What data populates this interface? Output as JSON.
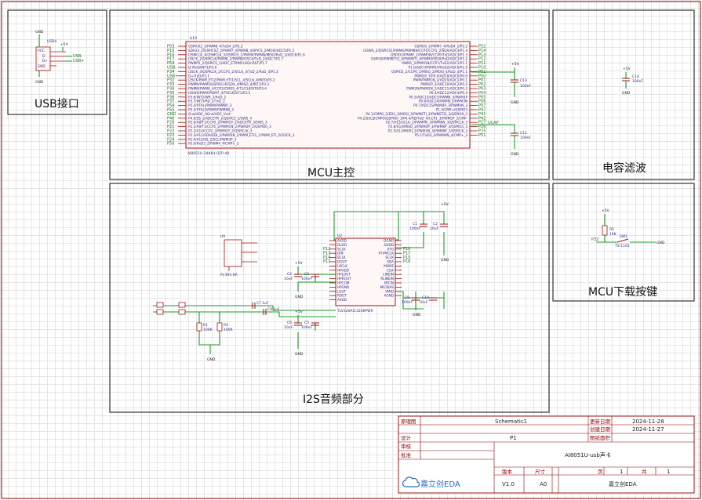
{
  "blocks": {
    "usb": {
      "title": "USB接口",
      "ref": "USB4",
      "pins": [
        "VCC",
        "D-",
        "D+",
        "GND"
      ],
      "nets": [
        "USB-",
        "USB+"
      ],
      "power": [
        "GND",
        "+5V",
        "GND"
      ]
    },
    "mcu": {
      "title": "MCU主控",
      "ref": "U10",
      "part": "AI8051U-34K64-QFP-48",
      "left_pins": [
        "GSPICK2_2/PWM8_4/TxD4_2/P5.3",
        "SDA33_2/QSPICS2_2/PWM7_4/PWM8_4/SPICS_2/MOSI/ADC5/P1.5",
        "I2SMCLK_4/I2SMCLK_2/QSPIO3_1/PWMP/PWMN/MISO/RxD_2/ADC6/P1.6",
        "I2SCK_2/QSPICLK/PWM8_2/PWM8/I2SCK/TxD_2/ADC7/P1.7",
        "PWMP2_2/QSPICS_2/ADC_ETRIMCLK0/nRST/P1.7",
        "D-/RxD/INT1/P3.0",
        "I2SCK_4/QSPICLK_2/CCP1_2/SCLK_3/TxD_2/RxD_4/P1.3",
        "D+/TxD/P3.1",
        "I2SCK/PWM_ETI2/PWM_ETI1/SCL_4/SCLK_4/INT0/P3.2",
        "PWMN/PWM5/QSPISCLK/SDA_4/MISO_4/INT1/P3.3",
        "PWMN/PWM8_4/CCP2/CMOS_4/T1/CLKO/T0/P3.4",
        "I2SWS/PWM/PWM7_4/T0CLKO/T1/P3.5",
        "P3.6/INT2/WR_2/RxD_2",
        "P3.7/INT3/RD_2/TxD_2",
        "P5.4/XTALI/PWM/PWM8P_3",
        "P5.5/XTALO/PWM/PWM8N_3",
        "Gnd/ADC_AGnd/ADC_Vref-",
        "P4.0/SS_2/ADCETR_2/QSPICS_2/SWS_4",
        "P2.0/A8/T1/CCP0_2/PWM1P_2/ADCETR_3/SWS_3",
        "P2.1/A9/T1/CCP1_2/PWM1N_2/PWM2P_2/QSPIO0_3",
        "P2.2/A10/CCP2_2/PWM2P_2/QSPICLK_3",
        "P2.3/A11/SDA/EDI_2/PWM2N_2/PWM_ETI1_2/PWM_ETI_2/I2SCK_3",
        "P2.4/A12/SS_2/SCL/PWM3P_3",
        "P5.0/RxD3_2/PWM4_4/CMP+_2"
      ],
      "right_pins": [
        "GSPIO0_2/PWM7_4/RxD4_2/P5.2",
        "I2SWS_2/QSPICS1/PWM6/PWM8N/CCP1/CCP1_2/SDA/ADC4/P1.4",
        "QSPIO2/PWMP_2/PWM5N/CCP0/TxD/ADC3/P1.3",
        "GSPIO0/PWMETI2_4/PWMETI_4/PWM2P/EDI/RxD/ADC2/P1.2",
        "PWM1_2/PWM1N/CCP1/TxD2/ADC1/P1.1",
        "P1.0/ADC0/PWM1P/RxD2/ADC0/P1.0",
        "QSPIO1_2/CCP0_2/MISO_2/MOSI_4/RxD_4/P1.1",
        "PWM1P_7/P0.0/ADC8/ADC0/P0.0",
        "PWM/PWM1N_2/ADC9/ADC1/P0.1",
        "PWM2P_2/ADC10/ADC2/P0.2",
        "PWM2N/PWM2N_2/ADC11/ADC3/P0.3",
        "P0.4/ADC12/ADC4/P0.4",
        "P0.5/ADC13/ADC5/PWMN_3/PWM3P",
        "P0.6/ADC14/PWMN_3/PWM3N",
        "P0.7/ADC15/PWM4P_3/PWM4N_3",
        "P1.4/CMP+/QSPIO3",
        "P4.1/CMPO_2/ED1_3/MOSI_3/PWMETI_3/PWMETI2_3/QSPIO0_3",
        "P4.2/SALEICMPO/QSPIO0_3/P4.4/RD/TxD_4/CCP1_3/PWM5P_3/CMP-",
        "P2.7/A15/SCLK_2/PWM4N_3/PWM8N_3/QSPICLK_3",
        "P2.6/A14/MISO_2/PWM4P_3/PWM8P_3/QSPIO1_3",
        "P2.5/A13/MOSI_2/PWM3N_3/PWM8P_3/QSPICK_3",
        "P5.1/TxD3_2/PWM4N_4/CMP+_3"
      ],
      "right_nets": [
        "P52",
        "P14",
        "P13",
        "P12",
        "P11",
        "P10",
        "P51",
        "P00",
        "P01",
        "P02",
        "P03",
        "P04",
        "P05",
        "P06",
        "P07",
        "P47",
        "P41",
        "P42",
        "P27",
        "P26",
        "P25",
        "P51"
      ],
      "left_nets": [
        "P53",
        "P15",
        "P16",
        "P17",
        "P54",
        "USB-",
        "P34",
        "USB+",
        "P32",
        "P33",
        "P34",
        "P35",
        "P36",
        "P37",
        "P54",
        "P55",
        "GND",
        "P40",
        "P20",
        "P21",
        "P22",
        "P23",
        "P24",
        "P50"
      ]
    },
    "cap": {
      "title": "电容滤波",
      "c13": "C13",
      "c13v": "100nF",
      "c11": "C11",
      "c11v": "100nF",
      "c14": "C14",
      "c14v": "100nF",
      "net": "UCAP",
      "vcc": "+5V",
      "gnd": "GND"
    },
    "key": {
      "title": "MCU下载按键",
      "r": "R5",
      "rv": "10K",
      "sw": "SW1",
      "swv": "TS-1101",
      "net": "P32",
      "vcc": "+5V",
      "gnd": "GND"
    },
    "i2s": {
      "title": "I2S音频部分",
      "ref": "U2",
      "part": "TLV320AIC3206PWR",
      "jack": "U9",
      "jack_part": "PJ-393-6A",
      "left_pins": [
        "AVDD",
        "DLDO",
        "SCLK",
        "DIN",
        "BCLK",
        "DOUT",
        "LRCLK",
        "HPVDD",
        "HPLOUT",
        "HPROUT",
        "HPCOM",
        "HPGND",
        "LOUT",
        "ROUT",
        "AVDD"
      ],
      "right_pins": [
        "DGND",
        "DVDD",
        "XTO",
        "XTI/MCLK",
        "SCLK",
        "SDA",
        "MODE",
        "CS#",
        "LINEIN",
        "RLINEIN",
        "MICIN",
        "MICBIAS",
        "VMID",
        "AGND"
      ],
      "parts": [
        {
          "ref": "C1",
          "val": "100nF"
        },
        {
          "ref": "C2",
          "val": "10uF"
        },
        {
          "ref": "C3",
          "val": "100nF"
        },
        {
          "ref": "C4",
          "val": "10uF"
        },
        {
          "ref": "C5",
          "val": "100nF"
        },
        {
          "ref": "C6",
          "val": "10uF"
        },
        {
          "ref": "C7",
          "val": "1uF"
        },
        {
          "ref": "C8",
          "val": "1uF"
        },
        {
          "ref": "C9",
          "val": "100nF"
        },
        {
          "ref": "C10",
          "val": "10uF"
        },
        {
          "ref": "R1",
          "val": "100K"
        },
        {
          "ref": "R2",
          "val": "100K"
        }
      ],
      "power": {
        "v5": "+5V",
        "gnd": "GND"
      },
      "left_nets": [
        "P12",
        "P13",
        "P14",
        "P11"
      ],
      "right_nets": [
        "P10",
        "P17",
        "P15",
        "P16"
      ]
    }
  },
  "title_block": {
    "left_labels": [
      "原理图",
      "设计",
      "审核",
      "批准"
    ],
    "schematic": "Schematic1",
    "page": "P1",
    "update_label": "更新日期",
    "update_date": "2024-11-28",
    "create_label": "创建日期",
    "create_date": "2024-11-27",
    "pcb_label": "图纸面积",
    "project": "AI8051U-usb声卡",
    "version_label": "版本",
    "version": "V1.0",
    "size_label": "尺寸",
    "size": "A0",
    "sheet_label": "页",
    "sheet_no": "1",
    "total_label": "共",
    "total": "1",
    "company": "嘉立创EDA",
    "logo": "嘉立创EDA"
  }
}
